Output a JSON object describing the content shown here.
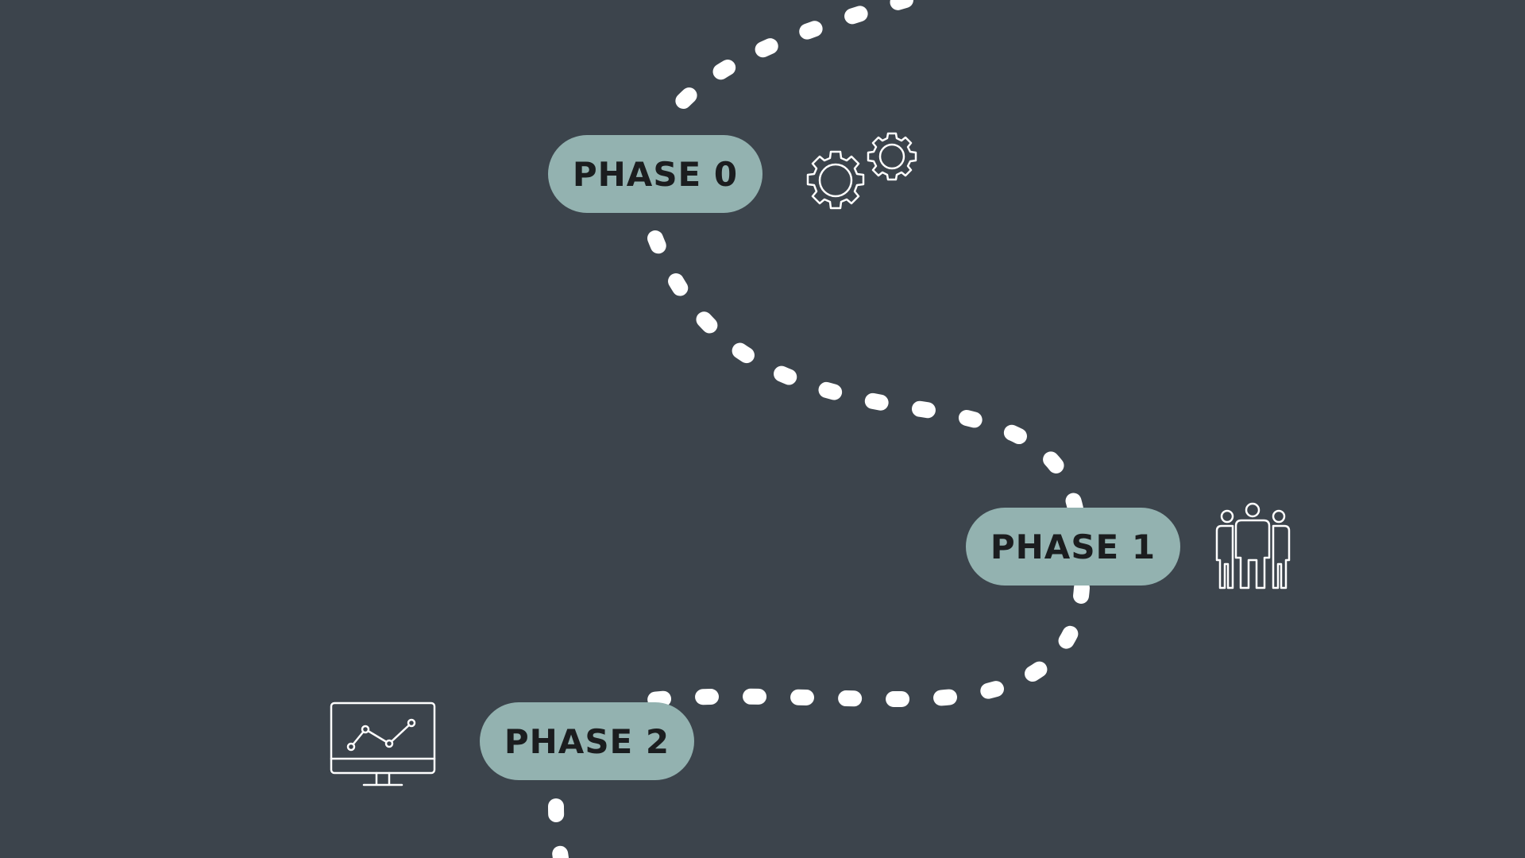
{
  "phases": [
    {
      "label": "PHASE 0",
      "icon": "gears-icon"
    },
    {
      "label": "PHASE 1",
      "icon": "team-icon"
    },
    {
      "label": "PHASE 2",
      "icon": "monitor-chart-icon"
    }
  ],
  "colors": {
    "background": "#3c444c",
    "pill": "#93b2b0",
    "pill_text": "#1b1d1f",
    "dots": "#ffffff",
    "icon_stroke": "#ffffff"
  }
}
